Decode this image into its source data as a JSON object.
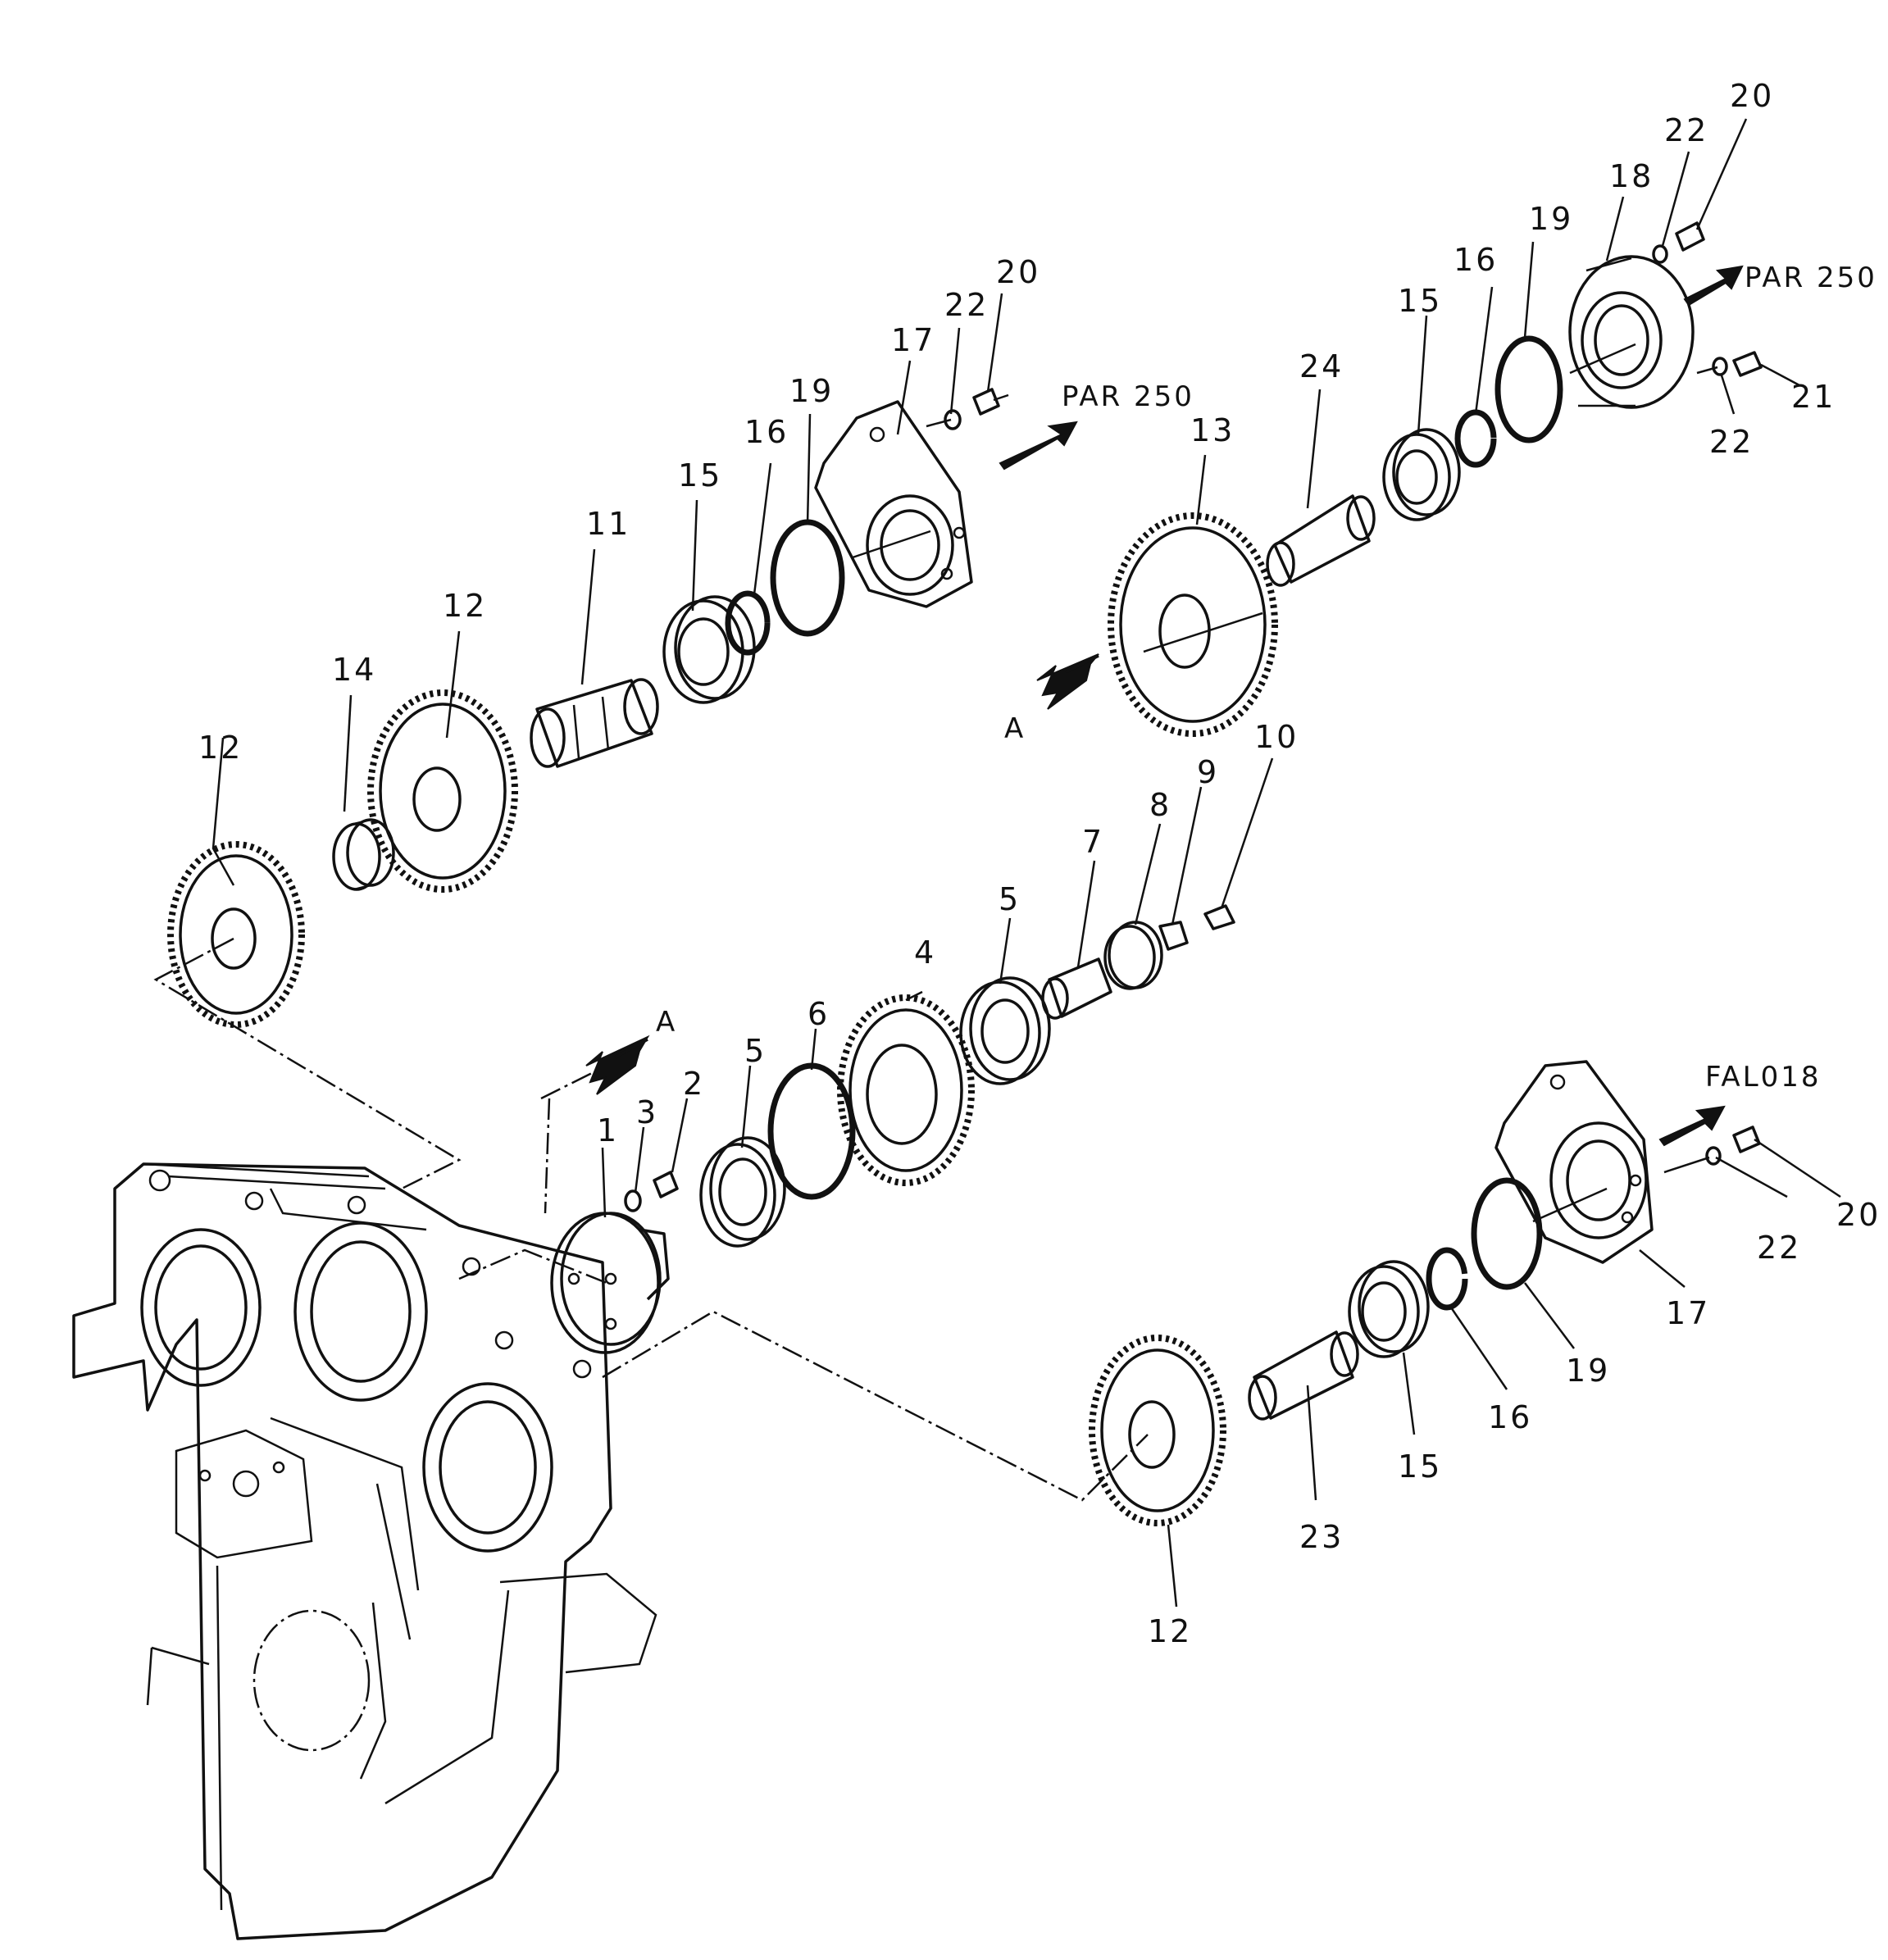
{
  "callouts": {
    "c1": "1",
    "c2": "2",
    "c3": "3",
    "c4": "4",
    "c5a": "5",
    "c5b": "5",
    "c6": "6",
    "c7": "7",
    "c8": "8",
    "c9": "9",
    "c10": "10",
    "c11": "11",
    "c12a": "12",
    "c12b": "12",
    "c12c": "12",
    "c13": "13",
    "c14": "14",
    "c15a": "15",
    "c15b": "15",
    "c15c": "15",
    "c16a": "16",
    "c16b": "16",
    "c16c": "16",
    "c17a": "17",
    "c17b": "17",
    "c18": "18",
    "c19a": "19",
    "c19b": "19",
    "c19c": "19",
    "c20a": "20",
    "c20b": "20",
    "c20c": "20",
    "c21": "21",
    "c22a": "22",
    "c22b": "22",
    "c22c": "22",
    "c22d": "22",
    "c23": "23",
    "c24": "24"
  },
  "references": {
    "par250_upper_left": "PAR 250",
    "par250_upper_right": "PAR 250",
    "fal018": "FAL018",
    "view_a_top": "A",
    "view_a_bottom": "A"
  }
}
